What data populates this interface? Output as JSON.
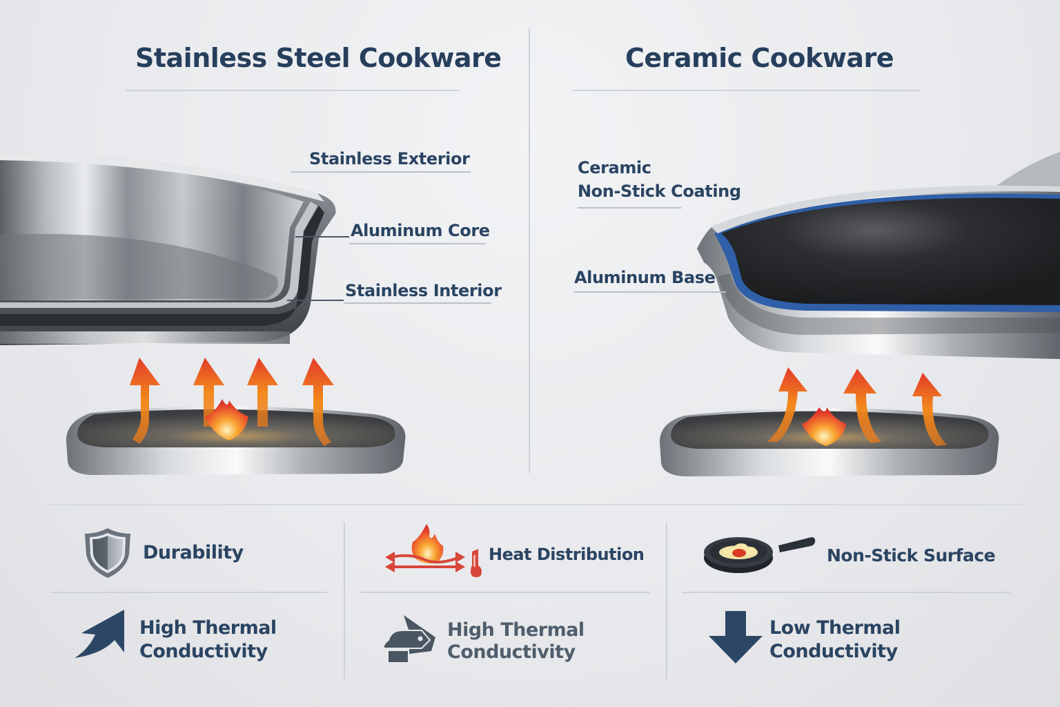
{
  "left_panel": {
    "title": "Stainless Steel Cookware",
    "layers": [
      {
        "label": "Stainless Exterior"
      },
      {
        "label": "Aluminum Core"
      },
      {
        "label": "Stainless Interior"
      }
    ],
    "burner_arrows": 4
  },
  "right_panel": {
    "title": "Ceramic Cookware",
    "layers": [
      {
        "label_line1": "Ceramic",
        "label_line2": "Non-Stick Coating"
      },
      {
        "label": "Aluminum Base"
      }
    ],
    "burner_arrows": 3,
    "base_color": "#2f5fa8"
  },
  "features": {
    "row1": [
      {
        "icon": "shield-icon",
        "label": "Durability"
      },
      {
        "icon": "flame-arrows-thermometer-icon",
        "label": "Heat Distribution"
      },
      {
        "icon": "frying-pan-egg-icon",
        "label": "Non-Stick Surface"
      }
    ],
    "row2": [
      {
        "icon": "curved-arrow-up-icon",
        "line1": "High Thermal",
        "line2": "Conductivity"
      },
      {
        "icon": "house-tag-icon",
        "line1": "High Thermal",
        "line2": "Conductivity"
      },
      {
        "icon": "arrow-down-icon",
        "line1": "Low Thermal",
        "line2": "Conductivity"
      }
    ]
  },
  "colors": {
    "heading": "#263f5c",
    "flame_orange": "#f07a1a",
    "flame_red": "#e0362b",
    "icon_navy": "#2c4766"
  }
}
